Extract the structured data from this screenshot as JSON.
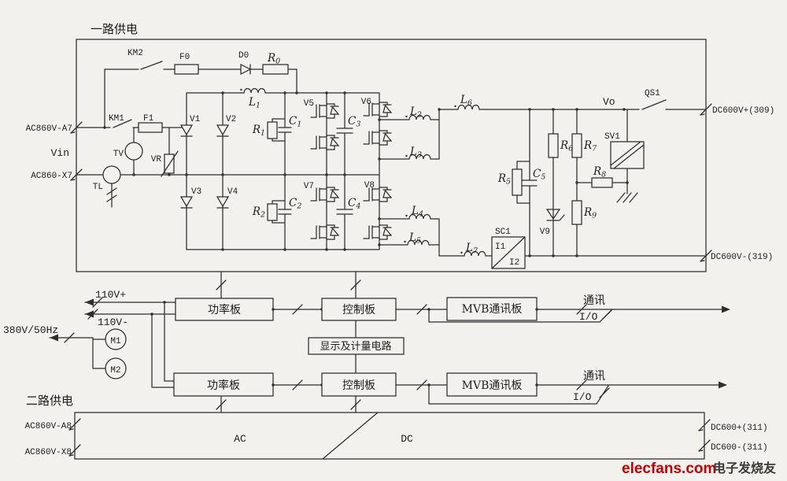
{
  "colors": {
    "wire": "#2e2e2e",
    "ink": "#1d1d1d",
    "paper": "#f2f1ee",
    "brand": "#c40000"
  },
  "supply1": {
    "title": "一路供电",
    "terminals": {
      "a7": "AC860V-A7",
      "vin": "Vin",
      "x7": "AC860-X7",
      "vo": "Vo",
      "dc_pos": "DC600V+(309)",
      "dc_neg": "DC600V-(319)"
    },
    "precharge": {
      "km2": "KM2",
      "f0": "F0",
      "d0": "D0",
      "r0": "R0"
    },
    "input": {
      "km1": "KM1",
      "f1": "F1",
      "tv": "TV",
      "vr": "VR",
      "tl": "TL"
    },
    "rectifier": {
      "v1": "V1",
      "v2": "V2",
      "v3": "V3",
      "v4": "V4"
    },
    "dc_link": {
      "l1": "L1",
      "r1": "R1",
      "c1": "C1",
      "r2": "R2",
      "c2": "C2",
      "c3": "C3",
      "c4": "C4"
    },
    "inverter": {
      "v5": "V5",
      "v6": "V6",
      "v7": "V7",
      "v8": "V8"
    },
    "filter": {
      "l2": "L2",
      "l3": "L3",
      "l4": "L4",
      "l5": "L5",
      "l6": "L6",
      "l7": "L7"
    },
    "output": {
      "sc1": "SC1",
      "i1": "I1",
      "i2": "I2",
      "r5": "R5",
      "c5": "C5",
      "r6": "R6",
      "r7": "R7",
      "r8": "R8",
      "r9": "R9",
      "v9": "V9",
      "sv1": "SV1",
      "qs1": "QS1"
    }
  },
  "control": {
    "bus_110_pos": "110V+",
    "bus_110_neg": "110V-",
    "mains": "380V/50Hz",
    "m1": "M1",
    "m2": "M2",
    "display_board": "显示及计量电路",
    "row1": {
      "power": "功率板",
      "ctrl": "控制板",
      "mvb": "MVB通讯板",
      "comm": "通讯",
      "io": "I/O"
    },
    "row2": {
      "power": "功率板",
      "ctrl": "控制板",
      "mvb": "MVB通讯板",
      "comm": "通讯",
      "io": "I/O"
    }
  },
  "supply2": {
    "title": "二路供电",
    "a8": "AC860V-A8",
    "x8": "AC860V-X8",
    "ac": "AC",
    "dc": "DC",
    "dc_pos": "DC600+(311)",
    "dc_neg": "DC600-(311)"
  },
  "footer": {
    "logo": "elecfans.com",
    "brand": "电子发烧友"
  }
}
